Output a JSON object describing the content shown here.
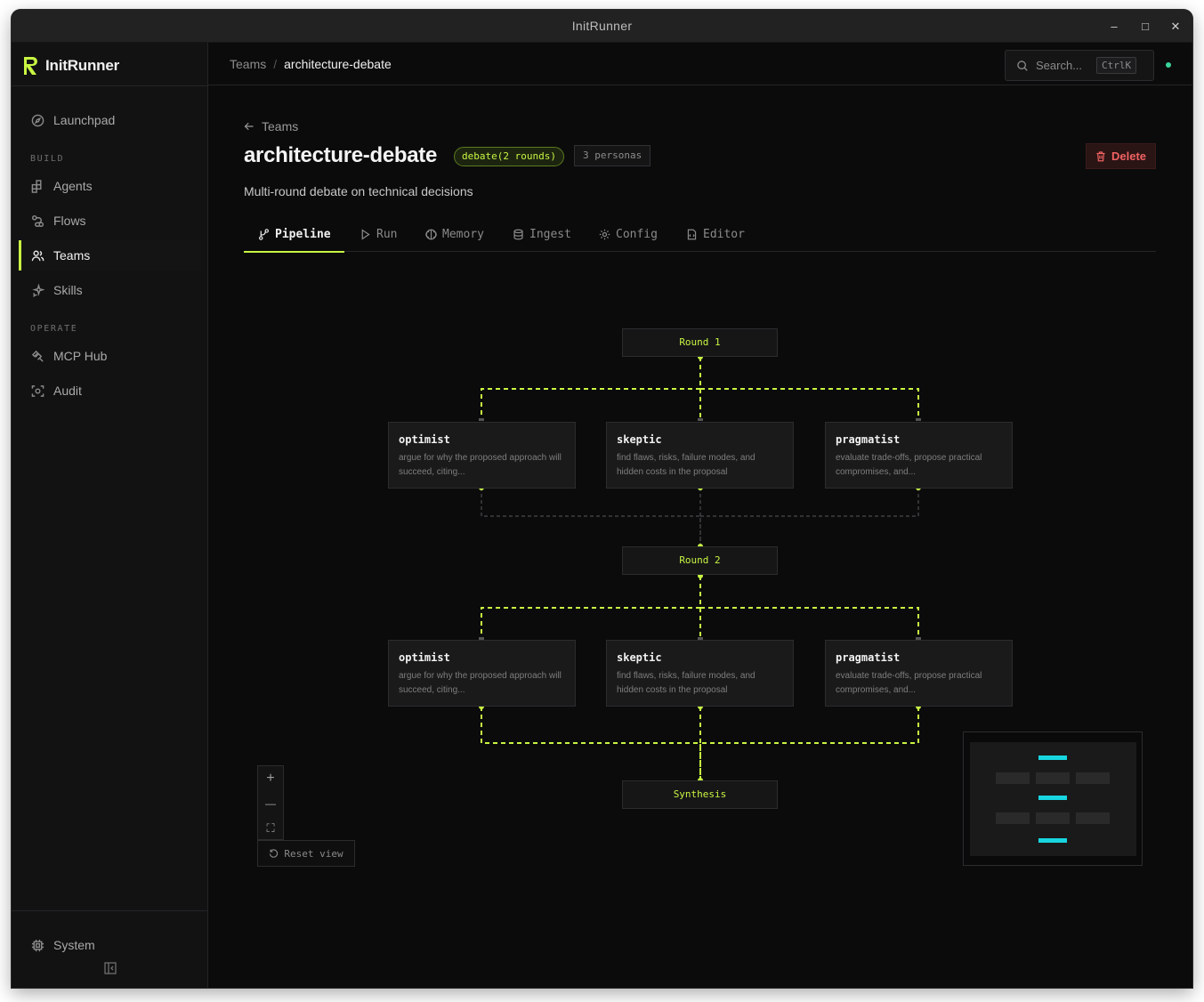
{
  "window": {
    "title": "InitRunner",
    "controls": {
      "minimize": "–",
      "maximize": "□",
      "close": "✕"
    }
  },
  "brand": {
    "name": "InitRunner",
    "accent": "#c8f542"
  },
  "sidebar": {
    "launchpad": "Launchpad",
    "build_label": "BUILD",
    "build_items": [
      {
        "label": "Agents",
        "icon": "agents-icon"
      },
      {
        "label": "Flows",
        "icon": "flows-icon"
      },
      {
        "label": "Teams",
        "icon": "teams-icon",
        "active": true
      },
      {
        "label": "Skills",
        "icon": "skills-icon"
      }
    ],
    "operate_label": "OPERATE",
    "operate_items": [
      {
        "label": "MCP Hub",
        "icon": "mcp-hub-icon"
      },
      {
        "label": "Audit",
        "icon": "audit-icon"
      }
    ],
    "system": "System"
  },
  "topbar": {
    "breadcrumb": {
      "parent": "Teams",
      "separator": "/",
      "current": "architecture-debate"
    },
    "search": {
      "placeholder": "Search...",
      "shortcut": "CtrlK"
    },
    "status_color": "#3ad39a"
  },
  "page": {
    "back_label": "Teams",
    "title": "architecture-debate",
    "strategy_badge": "debate(2 rounds)",
    "personas_badge": "3 personas",
    "delete_label": "Delete",
    "subtitle": "Multi-round debate on technical decisions"
  },
  "tabs": [
    {
      "label": "Pipeline",
      "icon": "pipeline-icon",
      "active": true
    },
    {
      "label": "Run",
      "icon": "run-icon"
    },
    {
      "label": "Memory",
      "icon": "memory-icon"
    },
    {
      "label": "Ingest",
      "icon": "ingest-icon"
    },
    {
      "label": "Config",
      "icon": "config-icon"
    },
    {
      "label": "Editor",
      "icon": "editor-icon"
    }
  ],
  "pipeline": {
    "rounds": [
      {
        "label": "Round 1",
        "personas": [
          {
            "name": "optimist",
            "description": "argue for why the proposed approach will succeed, citing..."
          },
          {
            "name": "skeptic",
            "description": "find flaws, risks, failure modes, and hidden costs in the proposal"
          },
          {
            "name": "pragmatist",
            "description": "evaluate trade-offs, propose practical compromises, and..."
          }
        ]
      },
      {
        "label": "Round 2",
        "personas": [
          {
            "name": "optimist",
            "description": "argue for why the proposed approach will succeed, citing..."
          },
          {
            "name": "skeptic",
            "description": "find flaws, risks, failure modes, and hidden costs in the proposal"
          },
          {
            "name": "pragmatist",
            "description": "evaluate trade-offs, propose practical compromises, and..."
          }
        ]
      }
    ],
    "final_node": "Synthesis",
    "edge_color": "#c8f542",
    "minimap_accent": "#17d6e0"
  },
  "controls": {
    "zoom_in": "+",
    "zoom_out": "—",
    "fit": "⛶",
    "reset_label": "Reset view"
  }
}
